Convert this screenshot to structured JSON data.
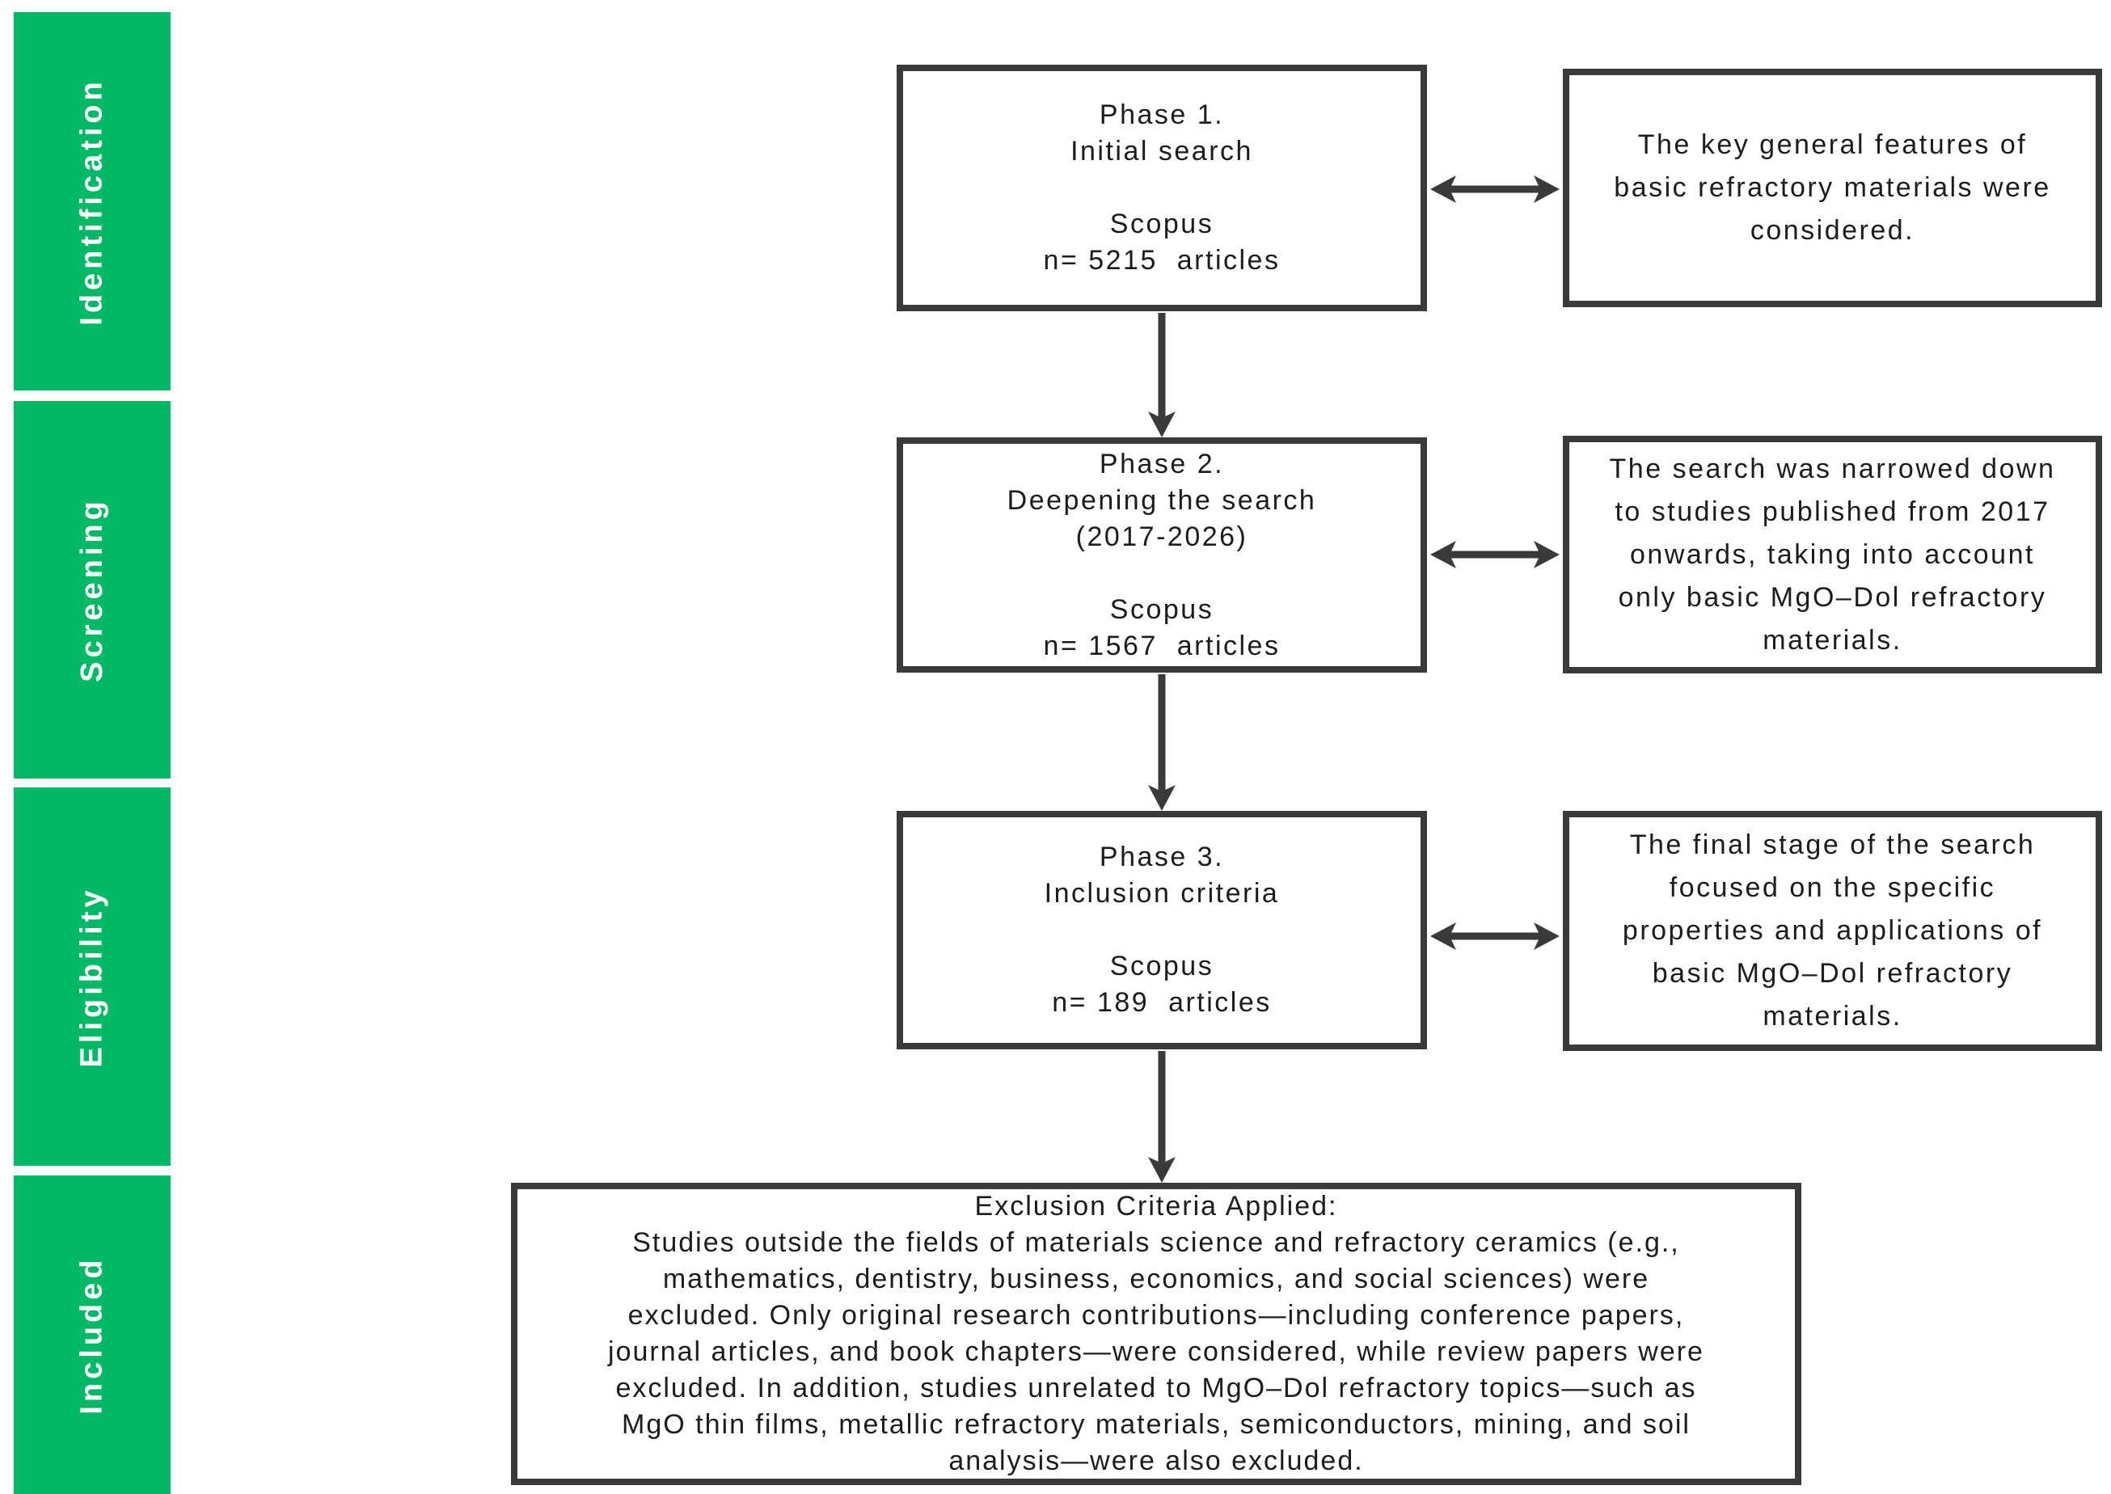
{
  "palette": {
    "stage_green": "#00b964",
    "line_dark": "#3a3a3a",
    "text": "#1c1c1c",
    "background": "#ffffff"
  },
  "sidebar": {
    "stages": [
      {
        "label": "Identification"
      },
      {
        "label": "Screening"
      },
      {
        "label": "Eligibility"
      },
      {
        "label": "Included"
      }
    ]
  },
  "boxes": {
    "phase1": {
      "text": "Phase 1.\nInitial search\n\nScopus\nn= 5215  articles"
    },
    "phase2": {
      "text": "Phase 2.\nDeepening the search\n(2017-2026)\n\nScopus\nn= 1567  articles"
    },
    "phase3": {
      "text": "Phase 3.\nInclusion criteria\n\nScopus\nn= 189  articles"
    },
    "note1": {
      "text": "The key general features of\nbasic refractory materials were\nconsidered."
    },
    "note2": {
      "text": "The search was narrowed down\nto studies published from 2017\nonwards, taking into account\nonly basic MgO–Dol refractory\nmaterials."
    },
    "note3": {
      "text": "The final stage of the search\nfocused on the specific\nproperties and applications of\nbasic MgO–Dol refractory\nmaterials."
    },
    "exclusion": {
      "text": "Exclusion Criteria Applied:\nStudies outside the fields of materials science and refractory ceramics (e.g.,\nmathematics, dentistry, business, economics, and social sciences) were\nexcluded. Only original research contributions—including conference papers,\njournal articles, and book chapters—were considered, while review papers were\nexcluded. In addition, studies unrelated to MgO–Dol refractory topics—such as\nMgO thin films, metallic refractory materials, semiconductors, mining, and soil\nanalysis—were also excluded."
    }
  }
}
